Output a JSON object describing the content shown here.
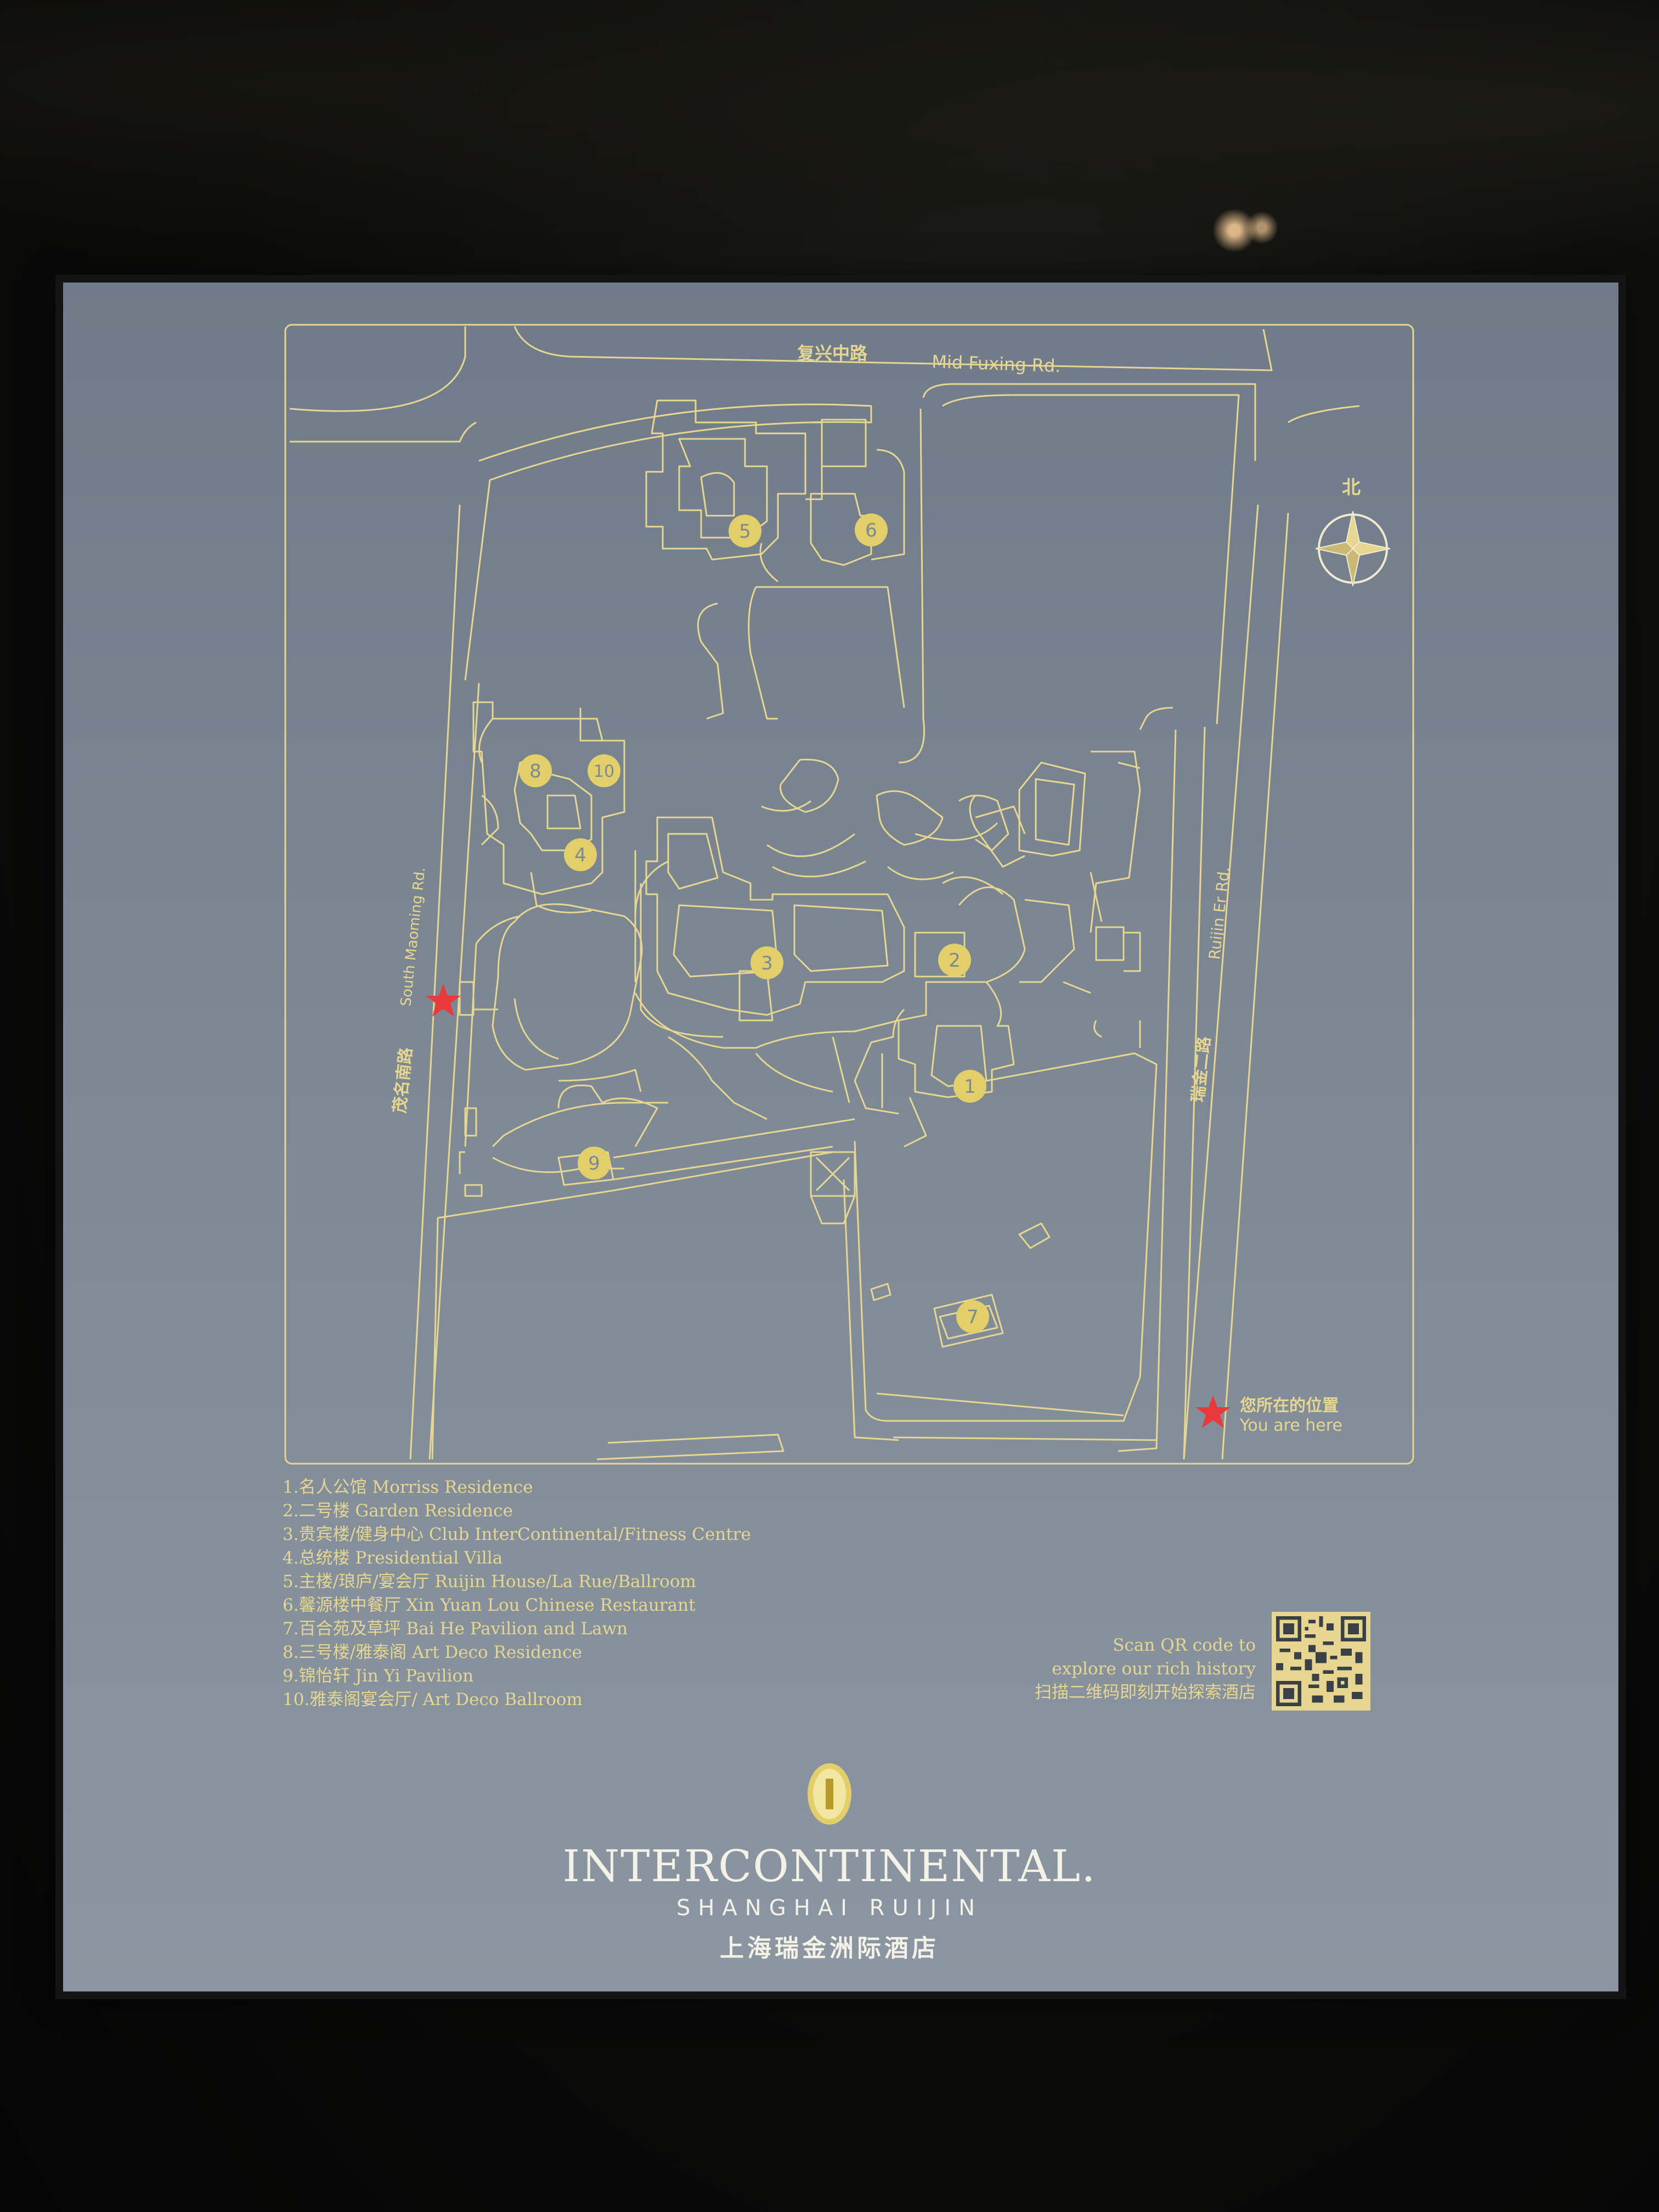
{
  "map": {
    "roads": {
      "north_cn": "复兴中路",
      "north_en": "Mid Fuxing Rd.",
      "west_cn": "茂名南路",
      "west_en": "South Maoming Rd.",
      "east_cn": "瑞金二路",
      "east_en": "Ruijin Er Rd."
    },
    "compass_label": "北",
    "you_are_here_cn": "您所在的位置",
    "you_are_here_en": "You are here",
    "markers": [
      "1",
      "2",
      "3",
      "4",
      "5",
      "6",
      "7",
      "8",
      "9",
      "10"
    ],
    "colors": {
      "line": "#e6d690",
      "marker": "#e2cf6a",
      "star": "#e83a3a",
      "panel": "#7c8894"
    }
  },
  "legend": [
    "1.名人公馆  Morriss Residence",
    "2.二号楼  Garden Residence",
    "3.贵宾楼/健身中心  Club InterContinental/Fitness Centre",
    "4.总统楼  Presidential Villa",
    "5.主楼/琅庐/宴会厅  Ruijin House/La Rue/Ballroom",
    "6.馨源楼中餐厅  Xin Yuan Lou Chinese Restaurant",
    "7.百合苑及草坪  Bai He Pavilion and Lawn",
    "8.三号楼/雅泰阁  Art Deco Residence",
    "9.锦怡轩  Jin Yi Pavilion",
    "10.雅泰阁宴会厅/ Art Deco Ballroom"
  ],
  "qr": {
    "line1": "Scan QR code to",
    "line2": "explore our rich history",
    "line3": "扫描二维码即刻开始探索酒店"
  },
  "brand": {
    "name": "INTERCONTINENTAL.",
    "sub": "SHANGHAI RUIJIN",
    "cn": "上海瑞金洲际酒店"
  }
}
